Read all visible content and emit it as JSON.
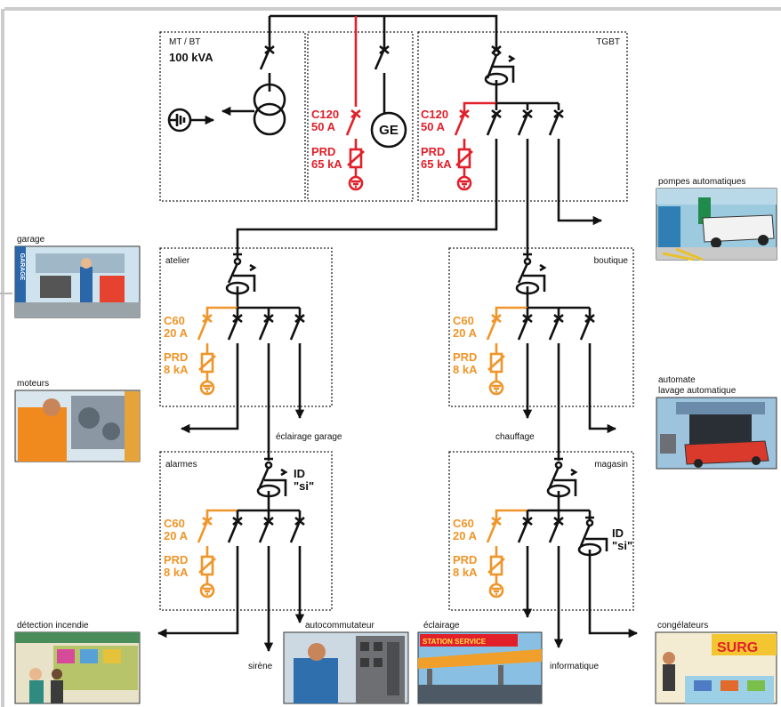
{
  "boxes": {
    "mtbt_title": "MT / BT",
    "mtbt_power": "100 kVA",
    "tgbt_title": "TGBT",
    "atelier_title": "atelier",
    "boutique_title": "boutique",
    "alarmes_title": "alarmes",
    "magasin_title": "magasin"
  },
  "components": {
    "ge": "GE",
    "tgbt_breaker": "C120",
    "tgbt_breaker_rating": "50 A",
    "tgbt_prd": "PRD",
    "tgbt_prd_rating": "65 kA",
    "ge_breaker": "C120",
    "ge_breaker_rating": "50 A",
    "ge_prd": "PRD",
    "ge_prd_rating": "65 kA",
    "div_breaker": "C60",
    "div_breaker_rating": "20 A",
    "div_prd": "PRD",
    "div_prd_rating": "8 kA",
    "id_label": "ID",
    "id_type": "\"si\""
  },
  "outputs": {
    "eclairage_garage": "éclairage garage",
    "chauffage": "chauffage",
    "sirene": "sirène",
    "informatique": "informatique"
  },
  "pictures": {
    "pompes": "pompes automatiques",
    "garage": "garage",
    "moteurs": "moteurs",
    "automate_line1": "automate",
    "automate_line2": "lavage automatique",
    "detection": "détection incendie",
    "autocommutateur": "autocommutateur",
    "eclairage": "éclairage",
    "station_sign": "STATION SERVICE",
    "congelateurs": "congélateurs",
    "garage_sign": "GARAGE",
    "surgel_sign": "SURG"
  },
  "colors": {
    "red_circuit": "#e0202a",
    "orange_circuit": "#f0952a",
    "black_circuit": "#111111"
  }
}
